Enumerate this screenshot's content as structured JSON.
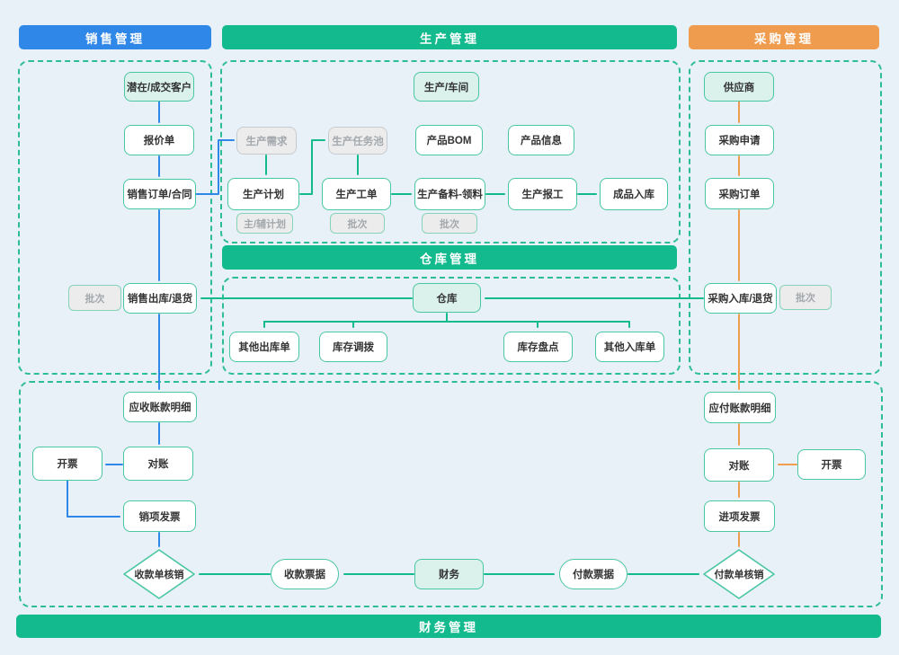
{
  "headers": {
    "sales": "销售管理",
    "production": "生产管理",
    "purchase": "采购管理",
    "warehouse": "仓库管理",
    "finance": "财务管理"
  },
  "colors": {
    "sales_accent": "#2f88e8",
    "production_accent": "#12ba8d",
    "purchase_accent": "#f09c4e",
    "light_green_fill": "#dbf2ec",
    "dashed_border": "#2dbd95",
    "gray_fill": "#ececec"
  },
  "nodes": {
    "customer": "潜在/成交客户",
    "quotation": "报价单",
    "sales_order": "销售订单/合同",
    "batch_sales": "批次",
    "sales_outbound": "销售出库/退货",
    "workshop": "生产/车间",
    "production_demand": "生产需求",
    "production_task_pool": "生产任务池",
    "product_bom": "产品BOM",
    "product_info": "产品信息",
    "production_plan": "生产计划",
    "production_work_order": "生产工单",
    "production_material": "生产备料-领料",
    "production_report": "生产报工",
    "finished_goods_inbound": "成品入库",
    "main_aux_plan": "主/辅计划",
    "batch_work_order": "批次",
    "batch_material": "批次",
    "warehouse": "仓库",
    "other_outbound": "其他出库单",
    "stock_transfer": "库存调拨",
    "stock_count": "库存盘点",
    "other_inbound": "其他入库单",
    "supplier": "供应商",
    "purchase_request": "采购申请",
    "purchase_order": "采购订单",
    "purchase_inbound": "采购入库/退货",
    "batch_purchase": "批次",
    "receivable_detail": "应收账款明细",
    "invoice_left": "开票",
    "reconcile_left": "对账",
    "sales_invoice": "销项发票",
    "receipt_verification": "收款单核销",
    "receipt_note": "收款票据",
    "finance": "财务",
    "payment_note": "付款票据",
    "payment_verification": "付款单核销",
    "payable_detail": "应付账款明细",
    "reconcile_right": "对账",
    "invoice_right": "开票",
    "purchase_invoice": "进项发票"
  }
}
